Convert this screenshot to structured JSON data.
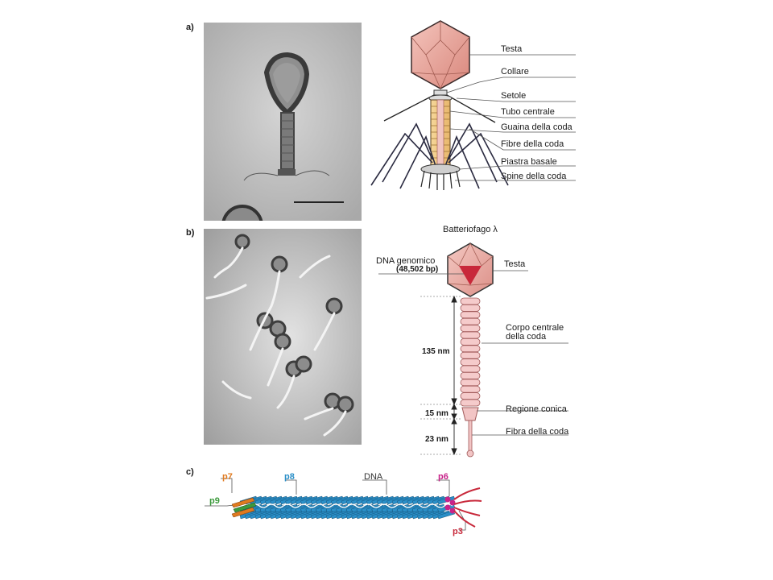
{
  "panel_a": {
    "label": "a)",
    "parts": [
      "Testa",
      "Collare",
      "Setole",
      "Tubo centrale",
      "Guaina della coda",
      "Fibre della coda",
      "Piastra basale",
      "Spine della coda"
    ]
  },
  "panel_b": {
    "label": "b)",
    "title": "Batteriofago λ",
    "dna_label": "DNA genomico",
    "dna_size": "(48,502 bp)",
    "head_label": "Testa",
    "tail_body_label_1": "Corpo centrale",
    "tail_body_label_2": "della coda",
    "cone_label": "Regione conica",
    "fiber_label": "Fibra della coda",
    "dim_tail": "135 nm",
    "dim_cone": "15 nm",
    "dim_fiber": "23 nm"
  },
  "panel_c": {
    "label": "c)",
    "proteins": {
      "p7": "p7",
      "p8": "p8",
      "dna": "DNA",
      "p6": "p6",
      "p9": "p9",
      "p3": "p3"
    },
    "colors": {
      "p7": "#e07a1f",
      "p8": "#2a8fc8",
      "p6": "#c8238a",
      "p9": "#3c9a3c",
      "p3": "#c8283a",
      "dna": "#333333"
    }
  }
}
